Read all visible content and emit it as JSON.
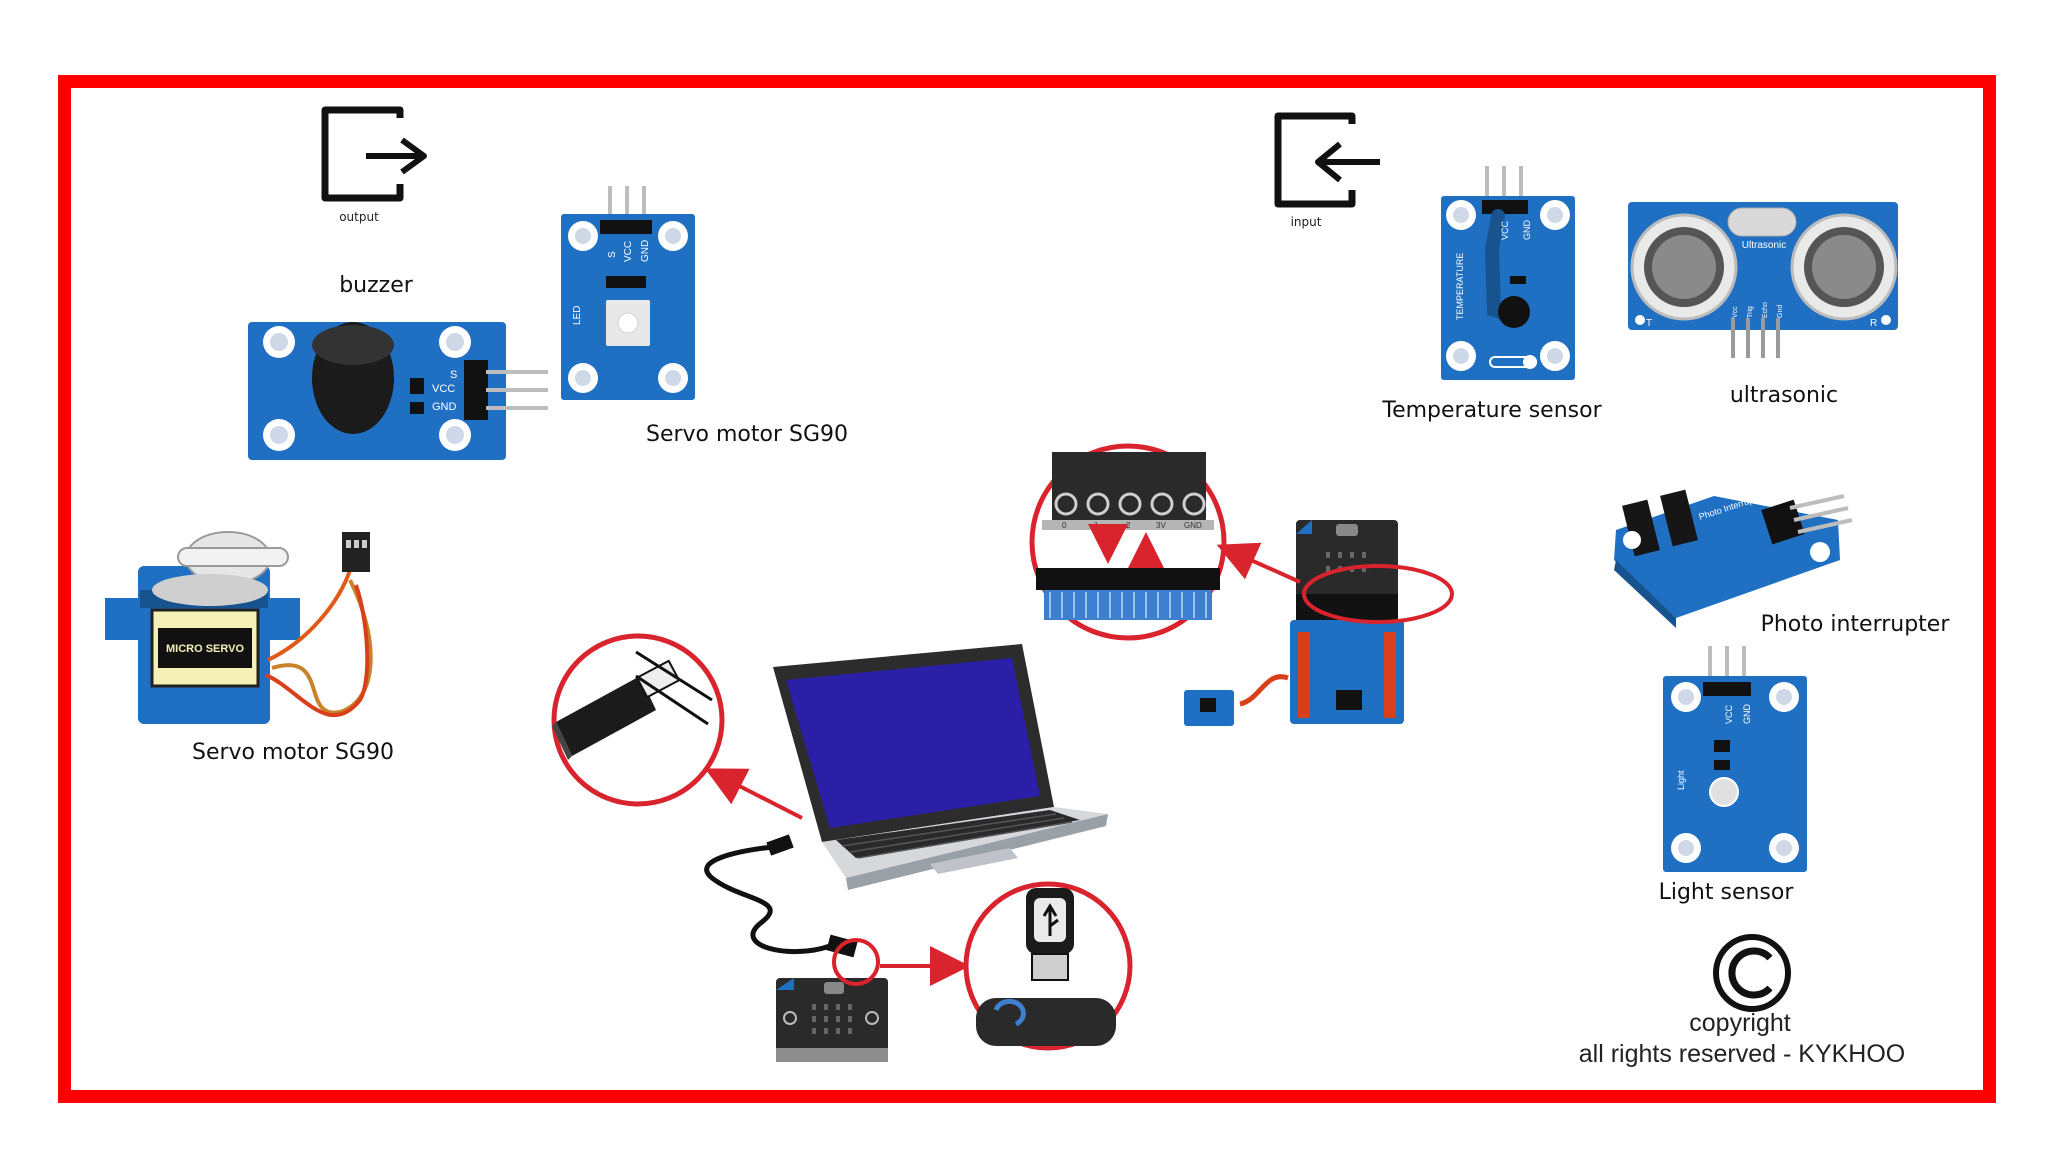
{
  "labels": {
    "output": "output",
    "input": "input",
    "buzzer": "buzzer",
    "servo_top": "Servo motor SG90",
    "servo_left": "Servo motor SG90",
    "temperature": "Temperature sensor",
    "ultrasonic": "ultrasonic",
    "photo": "Photo interrupter",
    "light": "Light sensor",
    "copyright_word": "copyright",
    "rights": "all rights reserved - KYKHOO"
  },
  "board_text": {
    "led_pin_s": "S",
    "led_pin_vcc": "VCC",
    "led_pin_gnd": "GND",
    "led_side": "LED",
    "buzzer_s": "S",
    "buzzer_vcc": "VCC",
    "buzzer_gnd": "GND",
    "servo_sticker": "MICRO SERVO",
    "temp_side": "TEMPERATURE",
    "temp_vcc": "VCC",
    "temp_gnd": "GND",
    "ultra_brand": "Ultrasonic",
    "ultra_t": "T",
    "ultra_r": "R",
    "ultra_pins": [
      "Vcc",
      "Trig",
      "Echo",
      "Gnd"
    ],
    "photo_name": "Photo Interrupter",
    "light_side": "Light",
    "light_vcc": "VCC",
    "light_gnd": "GND",
    "edge_pins": [
      "0",
      "1",
      "2",
      "3V",
      "GND"
    ]
  },
  "colors": {
    "frame": "#ff0000",
    "board": "#1f6fc2",
    "board_dark": "#17548f",
    "pin_gold": "#d8b04a",
    "callout": "#d9232d",
    "screen": "#2b1fa8"
  }
}
